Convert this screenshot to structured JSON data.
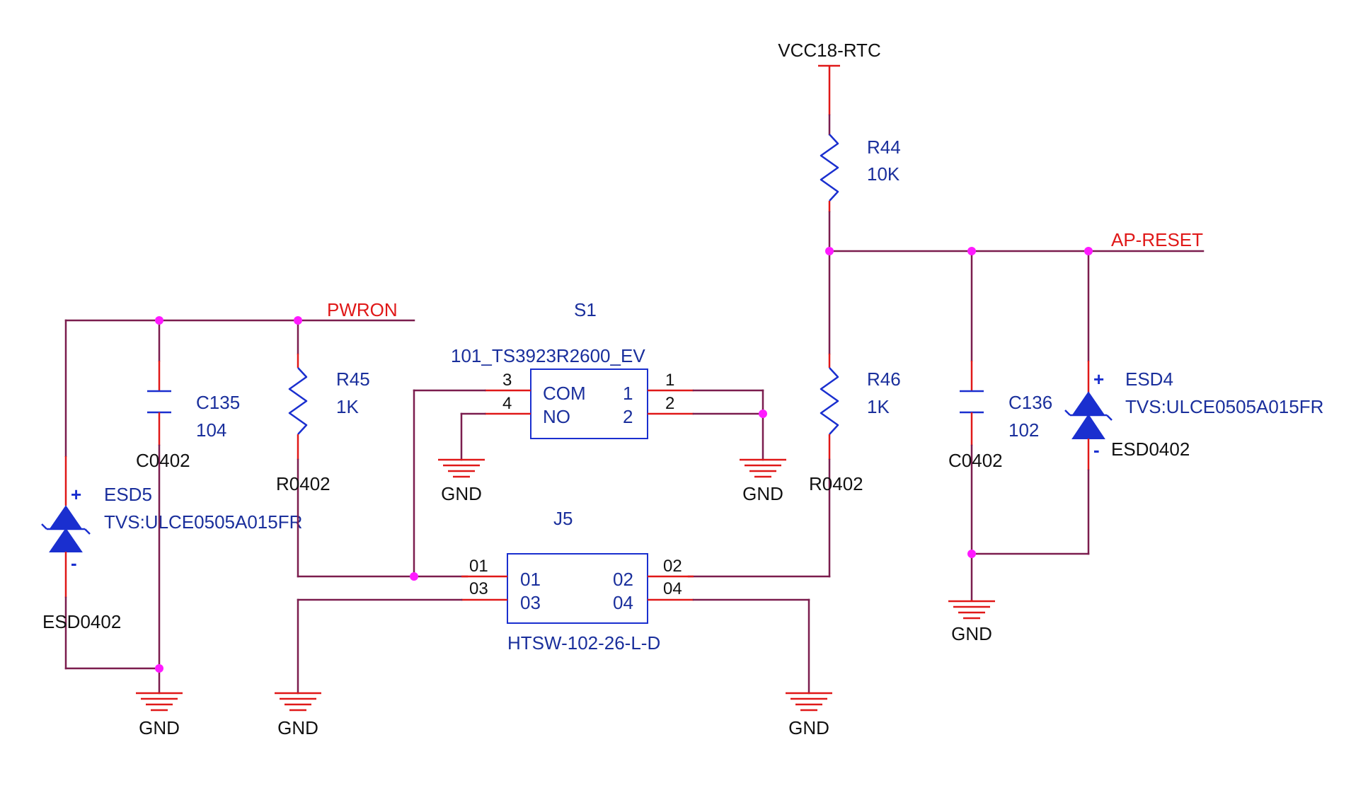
{
  "nets": {
    "vcc": "VCC18-RTC",
    "ap_reset": "AP-RESET",
    "pwron": "PWRON",
    "gnd": "GND"
  },
  "components": {
    "r44": {
      "ref": "R44",
      "value": "10K"
    },
    "r45": {
      "ref": "R45",
      "value": "1K",
      "package": "R0402"
    },
    "r46": {
      "ref": "R46",
      "value": "1K",
      "package": "R0402"
    },
    "c135": {
      "ref": "C135",
      "value": "104",
      "package": "C0402"
    },
    "c136": {
      "ref": "C136",
      "value": "102",
      "package": "C0402"
    },
    "esd5": {
      "ref": "ESD5",
      "value": "TVS:ULCE0505A015FR",
      "package": "ESD0402",
      "plus": "+",
      "minus": "-"
    },
    "esd4": {
      "ref": "ESD4",
      "value": "TVS:ULCE0505A015FR",
      "package": "ESD0402",
      "plus": "+",
      "minus": "-"
    },
    "s1": {
      "ref": "S1",
      "part": "101_TS3923R2600_EV",
      "pin_labels": {
        "com": "COM",
        "no": "NO",
        "p1": "1",
        "p2": "2"
      },
      "pins": {
        "n1": "1",
        "n2": "2",
        "n3": "3",
        "n4": "4"
      }
    },
    "j5": {
      "ref": "J5",
      "part": "HTSW-102-26-L-D",
      "pin_labels": {
        "p01": "01",
        "p02": "02",
        "p03": "03",
        "p04": "04"
      },
      "pins": {
        "n01": "01",
        "n02": "02",
        "n03": "03",
        "n04": "04"
      }
    }
  },
  "colors": {
    "wire": "#7b1d4e",
    "pin": "#e01818",
    "component": "#1a2fcf",
    "junction": "#ff1aff",
    "net_label": "#e01818"
  }
}
